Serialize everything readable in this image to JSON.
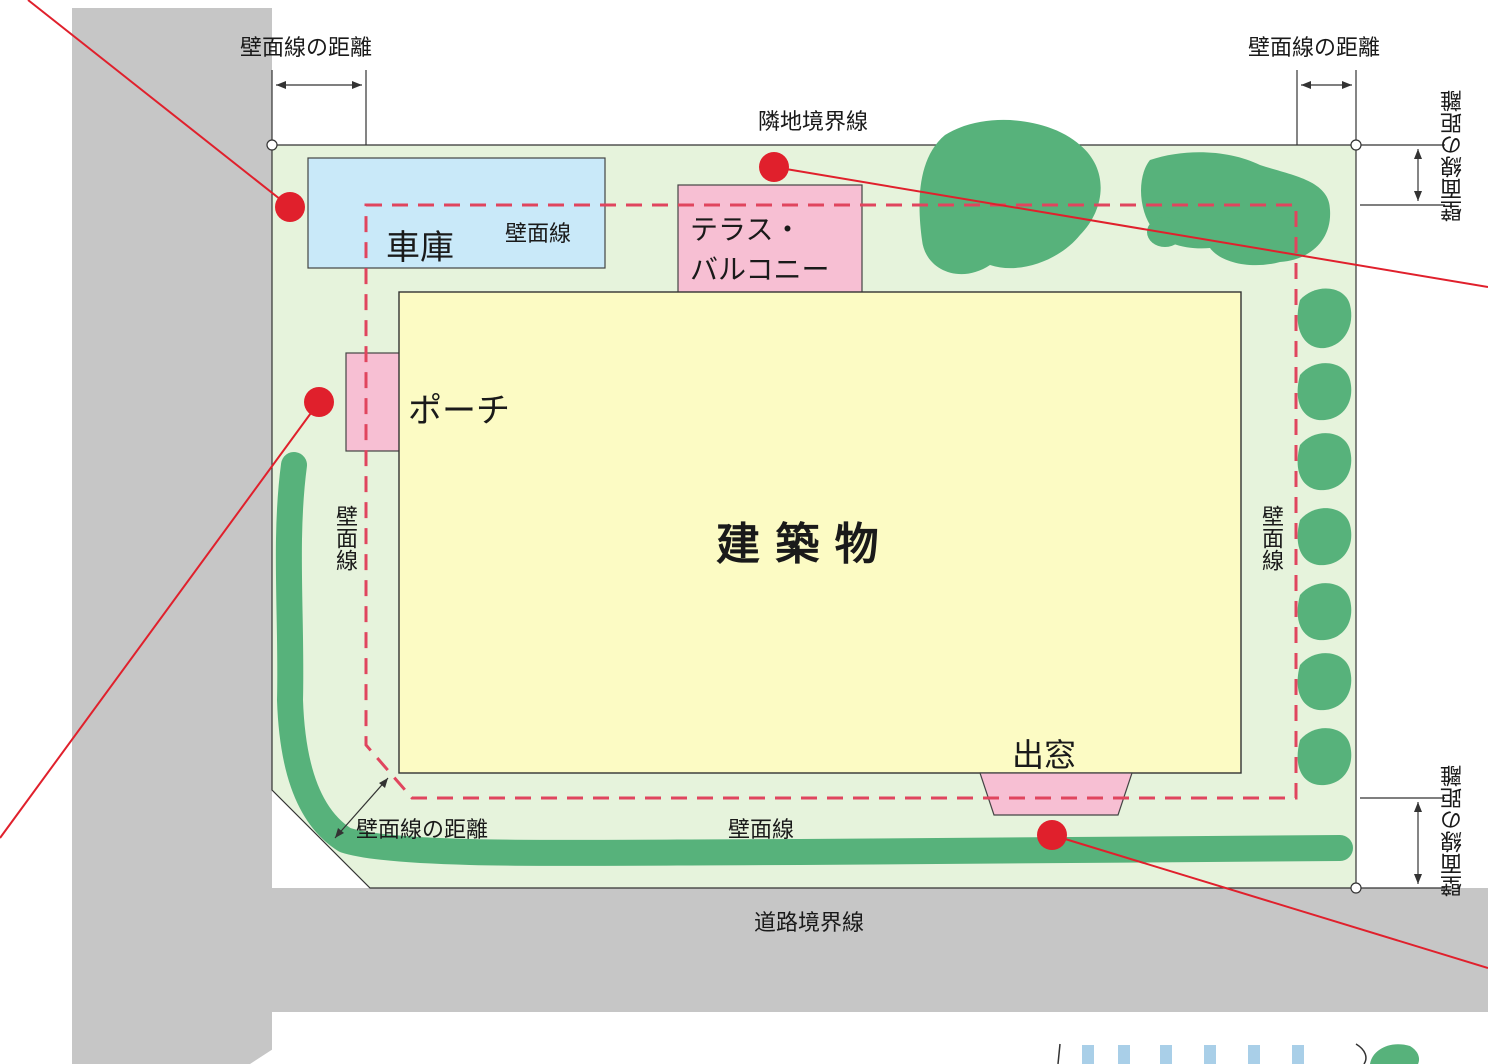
{
  "labels": {
    "wall_distance": "壁面線の距離",
    "wall_line": "壁面線",
    "neighbor_boundary": "隣地境界線",
    "road_boundary": "道路境界線",
    "garage": "車庫",
    "terrace_line1": "テラス・",
    "terrace_line2": "バルコニー",
    "porch": "ポーチ",
    "building": "建 築 物",
    "bay_window": "出窓"
  },
  "colors": {
    "lot_fill": "#e6f3dc",
    "building_fill": "#fcfbc4",
    "garage_fill": "#c9e9f9",
    "pink_fill": "#f7bfd3",
    "tree_green": "#57b27b",
    "road_gray": "#c7c7c7",
    "setback_dash": "#e0455e",
    "callout_red": "#e0202c"
  }
}
